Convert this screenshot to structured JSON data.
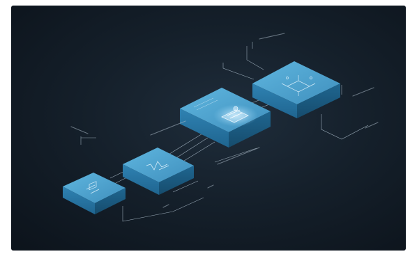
{
  "diagram": {
    "background_color": "#15202b",
    "block_top_color": "#4fa6d1",
    "block_side_color": "#1d5d86",
    "block_front_color": "#2c7aa8",
    "line_color": "#aebfcd",
    "blocks": [
      {
        "name": "block-1",
        "icon": "device-icon"
      },
      {
        "name": "block-2",
        "icon": "signal-icon"
      },
      {
        "name": "block-3",
        "icon": "document-icon"
      },
      {
        "name": "block-4",
        "icon": "circuit-icon"
      }
    ],
    "labels": {
      "left": "",
      "center_top": "",
      "center_mid": "",
      "top_right": "",
      "right": "",
      "bottom_right": "",
      "bottom_small": ""
    }
  }
}
